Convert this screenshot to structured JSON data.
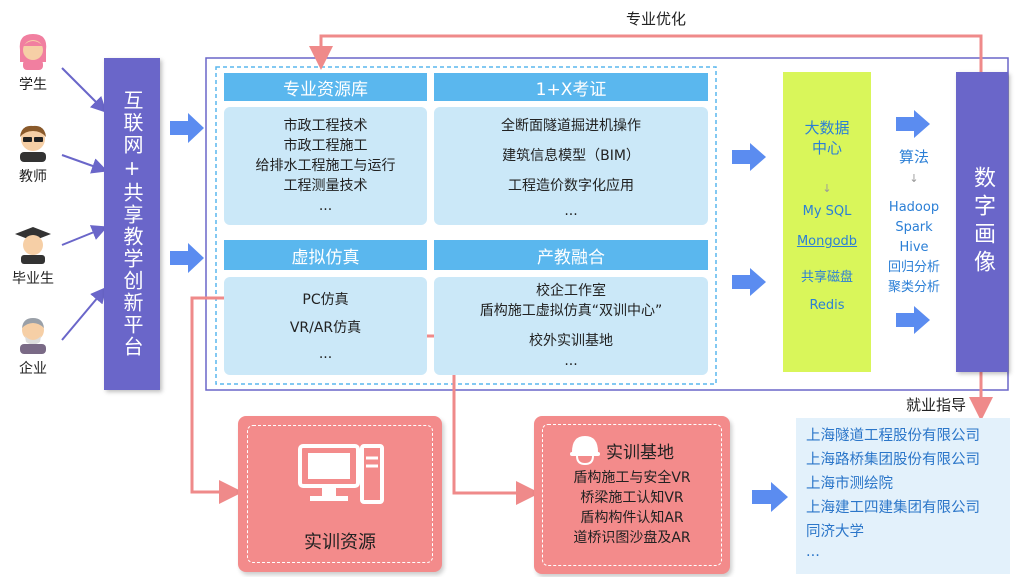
{
  "actors": [
    {
      "label": "学生",
      "icon": "student-icon"
    },
    {
      "label": "教师",
      "icon": "teacher-icon"
    },
    {
      "label": "毕业生",
      "icon": "graduate-icon"
    },
    {
      "label": "企业",
      "icon": "enterprise-icon"
    }
  ],
  "platform": {
    "label": "互联网+共享教学创新平台"
  },
  "top_label": "专业优化",
  "sections": {
    "resource": {
      "title": "专业资源库",
      "items": [
        "市政工程技术",
        "市政工程施工",
        "给排水工程施工与运行",
        "工程测量技术",
        "..."
      ]
    },
    "cert": {
      "title": "1+X考证",
      "items": [
        "全断面隧道掘进机操作",
        "建筑信息模型（BIM）",
        "工程造价数字化应用",
        "..."
      ]
    },
    "virtual": {
      "title": "虚拟仿真",
      "items": [
        "PC仿真",
        "VR/AR仿真",
        "..."
      ]
    },
    "industry": {
      "title": "产教融合",
      "items": [
        "校企工作室",
        "盾构施工虚拟仿真“双训中心”",
        "校外实训基地",
        "..."
      ]
    }
  },
  "bigdata": {
    "title": "大数据中心",
    "items": [
      "My SQL",
      "Mongodb",
      "共享磁盘",
      "Redis"
    ]
  },
  "algo": {
    "title": "算法",
    "items": [
      "Hadoop",
      "Spark",
      "Hive",
      "回归分析",
      "聚类分析"
    ]
  },
  "portrait": {
    "label": "数字画像"
  },
  "employment": {
    "label": "就业指导",
    "items": [
      "上海隧道工程股份有限公司",
      "上海路桥集团股份有限公司",
      "上海市测绘院",
      "上海建工四建集团有限公司",
      "同济大学",
      "..."
    ]
  },
  "training_resource": {
    "label": "实训资源"
  },
  "training_base": {
    "title": "实训基地",
    "items": [
      "盾构施工与安全VR",
      "桥梁施工认知VR",
      "盾构构件认知AR",
      "道桥识图沙盘及AR"
    ]
  },
  "colors": {
    "platform": "#6a66c9",
    "header": "#5ab7ee",
    "panel": "#cbe8f8",
    "bigdata": "#d9f65a",
    "pink": "#f38b8b",
    "arrow_blue": "#5b8cf0",
    "arrow_pink": "#ef8a8a"
  }
}
